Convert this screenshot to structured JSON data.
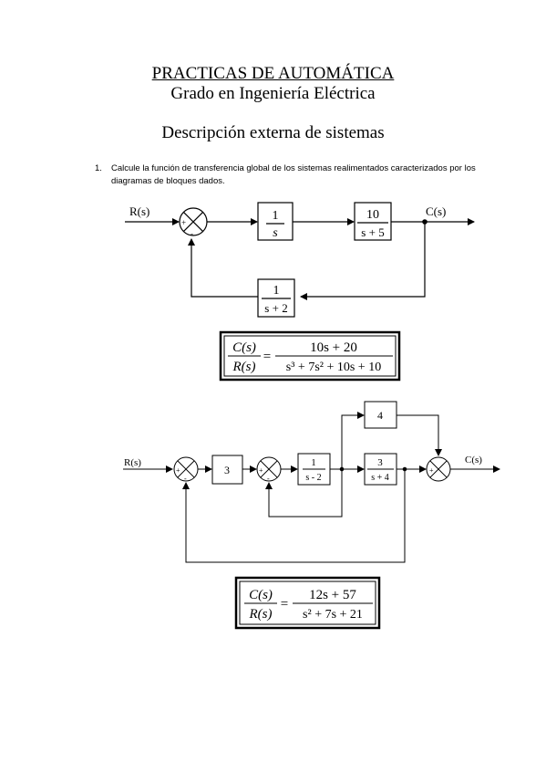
{
  "header": {
    "title": "PRACTICAS DE AUTOMÁTICA",
    "subtitle": "Grado en Ingeniería Eléctrica",
    "section": "Descripción externa de sistemas"
  },
  "question": {
    "number": "1.",
    "text": "Calcule la función de transferencia global de los sistemas realimentados caracterizados por los diagramas de bloques dados."
  },
  "diagram1": {
    "input": "R(s)",
    "output": "C(s)",
    "sum_plus": "+",
    "sum_minus": "-",
    "block1": {
      "num": "1",
      "den": "s"
    },
    "block2": {
      "num": "10",
      "den": "s + 5"
    },
    "feedback": {
      "num": "1",
      "den": "s + 2"
    },
    "answer": {
      "lhs_num": "C(s)",
      "lhs_den": "R(s)",
      "eq": "=",
      "num": "10s + 20",
      "den": "s³ + 7s² + 10s + 10"
    }
  },
  "diagram2": {
    "input": "R(s)",
    "output": "C(s)",
    "sum_plus": "+",
    "sum_minus": "-",
    "gain": "3",
    "block_a": {
      "num": "1",
      "den": "s - 2"
    },
    "block_b": {
      "num": "3",
      "den": "s + 4"
    },
    "forward_gain": "4",
    "answer": {
      "lhs_num": "C(s)",
      "lhs_den": "R(s)",
      "eq": "=",
      "num": "12s + 57",
      "den": "s² + 7s + 21"
    }
  }
}
